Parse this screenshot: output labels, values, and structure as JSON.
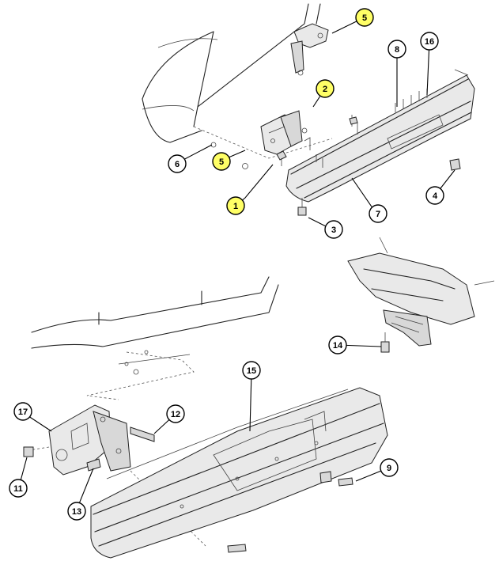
{
  "callout_style": {
    "plain_fill": "#ffffff",
    "highlight_fill": "#ffff66",
    "stroke": "#000000"
  },
  "callouts": [
    {
      "label": "5",
      "highlighted": true
    },
    {
      "label": "8",
      "highlighted": false
    },
    {
      "label": "16",
      "highlighted": false
    },
    {
      "label": "2",
      "highlighted": true
    },
    {
      "label": "6",
      "highlighted": false
    },
    {
      "label": "5",
      "highlighted": true
    },
    {
      "label": "4",
      "highlighted": false
    },
    {
      "label": "1",
      "highlighted": true
    },
    {
      "label": "7",
      "highlighted": false
    },
    {
      "label": "3",
      "highlighted": false
    },
    {
      "label": "14",
      "highlighted": false
    },
    {
      "label": "15",
      "highlighted": false
    },
    {
      "label": "17",
      "highlighted": false
    },
    {
      "label": "12",
      "highlighted": false
    },
    {
      "label": "9",
      "highlighted": false
    },
    {
      "label": "11",
      "highlighted": false
    },
    {
      "label": "13",
      "highlighted": false
    }
  ]
}
